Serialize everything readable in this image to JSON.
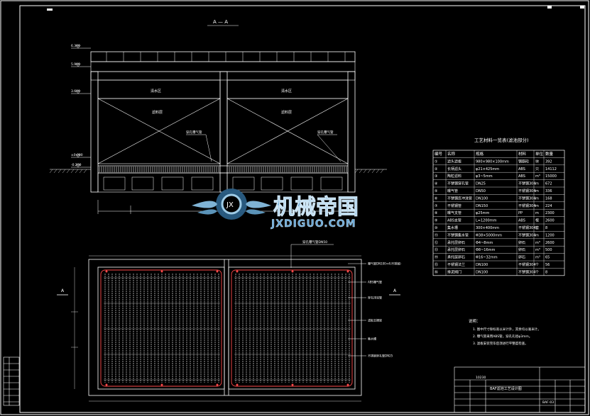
{
  "section": {
    "title": "A — A",
    "elev_labels": [
      "6.300",
      "5.900",
      "3.600",
      "±0.000",
      "-0.200"
    ],
    "zone_top": "清水区",
    "zone_mid": "滤料层",
    "callout_left": "穿孔曝气管",
    "callout_right": "穿孔曝气管"
  },
  "watermark": {
    "brand": "机械帝国",
    "url": "JXDIGUO.COM"
  },
  "plan": {
    "cut_label_left": "A",
    "cut_label_right": "A",
    "top_callout": "穿孔曝气管DN50",
    "right_callouts": [
      "曝气管DN100×4(不锈钢)",
      "ABS曝气管",
      "穿孔排泥管",
      "滤板支撑梁",
      "集水槽",
      "不锈钢穿孔管DN25"
    ],
    "dim_bottom": "10230"
  },
  "materials": {
    "title": "工艺材料一览表(滤池部分)",
    "headers": [
      "编号",
      "名称",
      "规格",
      "材料",
      "单位",
      "数量"
    ],
    "rows": [
      [
        "①",
        "滤头滤板",
        "980×980×100mm",
        "钢筋砼",
        "块",
        "392"
      ],
      [
        "②",
        "长柄滤头",
        "φ21×425mm",
        "ABS",
        "只",
        "14112"
      ],
      [
        "③",
        "陶粒滤料",
        "φ3~5mm",
        "ABS",
        "m³",
        "15000"
      ],
      [
        "④",
        "不锈钢穿孔管",
        "DN25",
        "不锈钢304",
        "m",
        "672"
      ],
      [
        "⑤",
        "曝气管",
        "DN50",
        "不锈钢304",
        "m",
        "336"
      ],
      [
        "⑥",
        "不锈钢反冲洗管",
        "DN100",
        "不锈钢304",
        "m",
        "168"
      ],
      [
        "⑦",
        "不锈钢管",
        "DN150",
        "不锈钢304",
        "m",
        "224"
      ],
      [
        "⑧",
        "曝气支管",
        "φ25mm",
        "PP",
        "m",
        "2300"
      ],
      [
        "⑨",
        "ABS支管",
        "L=1200mm",
        "ABS",
        "根",
        "2600"
      ],
      [
        "⑩",
        "集水槽",
        "300×400mm",
        "不锈钢304",
        "套",
        "8"
      ],
      [
        "⑪",
        "不锈钢集水管",
        "Φ38×5000mm",
        "不锈钢304",
        "m",
        "1200"
      ],
      [
        "⑫",
        "承托层卵石",
        "Φ4~8mm",
        "卵石",
        "m³",
        "2600"
      ],
      [
        "⑬",
        "承托层卵石",
        "Φ8~16mm",
        "卵石",
        "m³",
        "500"
      ],
      [
        "⑭",
        "承托层卵石",
        "Φ16~32mm",
        "卵石",
        "m³",
        "65"
      ],
      [
        "⑮",
        "不锈钢法兰",
        "DN100",
        "不锈钢304",
        "个",
        "56"
      ],
      [
        "⑯",
        "排泥阀门",
        "DN100",
        "不锈钢304",
        "个",
        "8"
      ]
    ]
  },
  "notes": {
    "heading": "说明：",
    "lines": [
      "1. 图中尺寸除标高以米计外，其余均以毫米计。",
      "2. 曝气管采用ABS管，穿孔孔径φ3mm。",
      "3. 滤板安装完毕后须进行平整度检查。"
    ]
  },
  "title_block": {
    "drawing_name": "BAF滤池工艺设计图",
    "drawing_no": "BAF-03"
  }
}
